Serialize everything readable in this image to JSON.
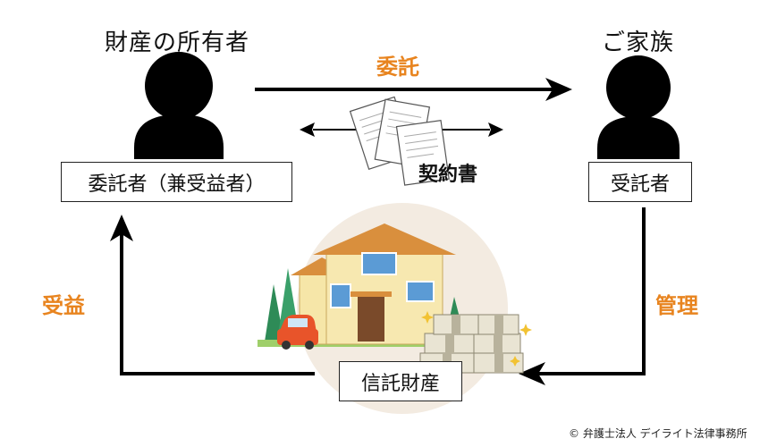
{
  "owner": {
    "title": "財産の所有者",
    "role_label": "委託者（兼受益者）"
  },
  "family": {
    "title": "ご家族",
    "role_label": "受託者"
  },
  "flows": {
    "entrust": "委託",
    "manage": "管理",
    "benefit": "受益"
  },
  "contract_label": "契約書",
  "trust_property_label": "信託財産",
  "copyright": "© 弁護士法人 デイライト法律事務所",
  "colors": {
    "accent": "#e8841f",
    "person": "#000000",
    "circle_bg": "#f3ebe1"
  }
}
